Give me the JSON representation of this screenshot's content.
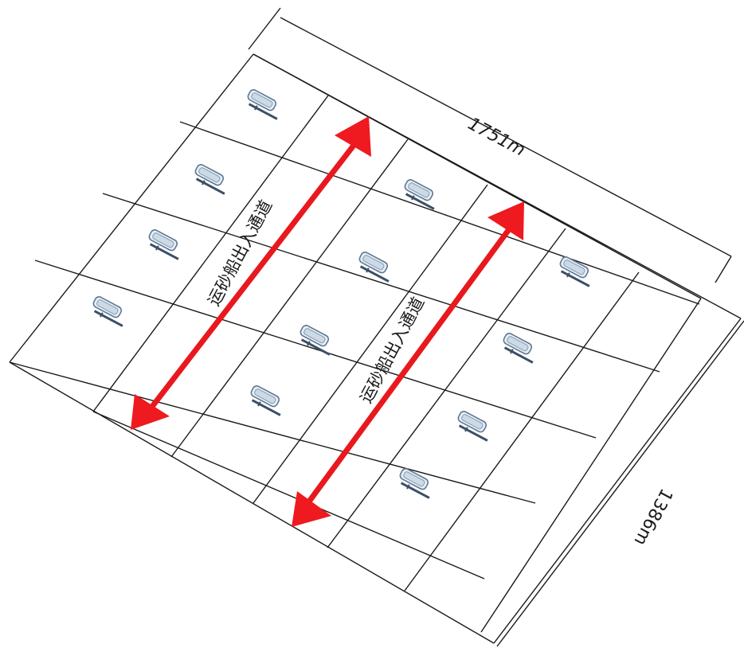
{
  "dimensions": {
    "width_label": "1751m",
    "height_label": "1386m"
  },
  "channels": [
    {
      "label": "运砂船出入通道"
    },
    {
      "label": "运砂船出入通道"
    }
  ],
  "colors": {
    "arrow": "#e8191e",
    "grid": "#1a1a1a",
    "ship": "#7f9bb5"
  },
  "ship_icon": "sand-dredger-ship-icon"
}
